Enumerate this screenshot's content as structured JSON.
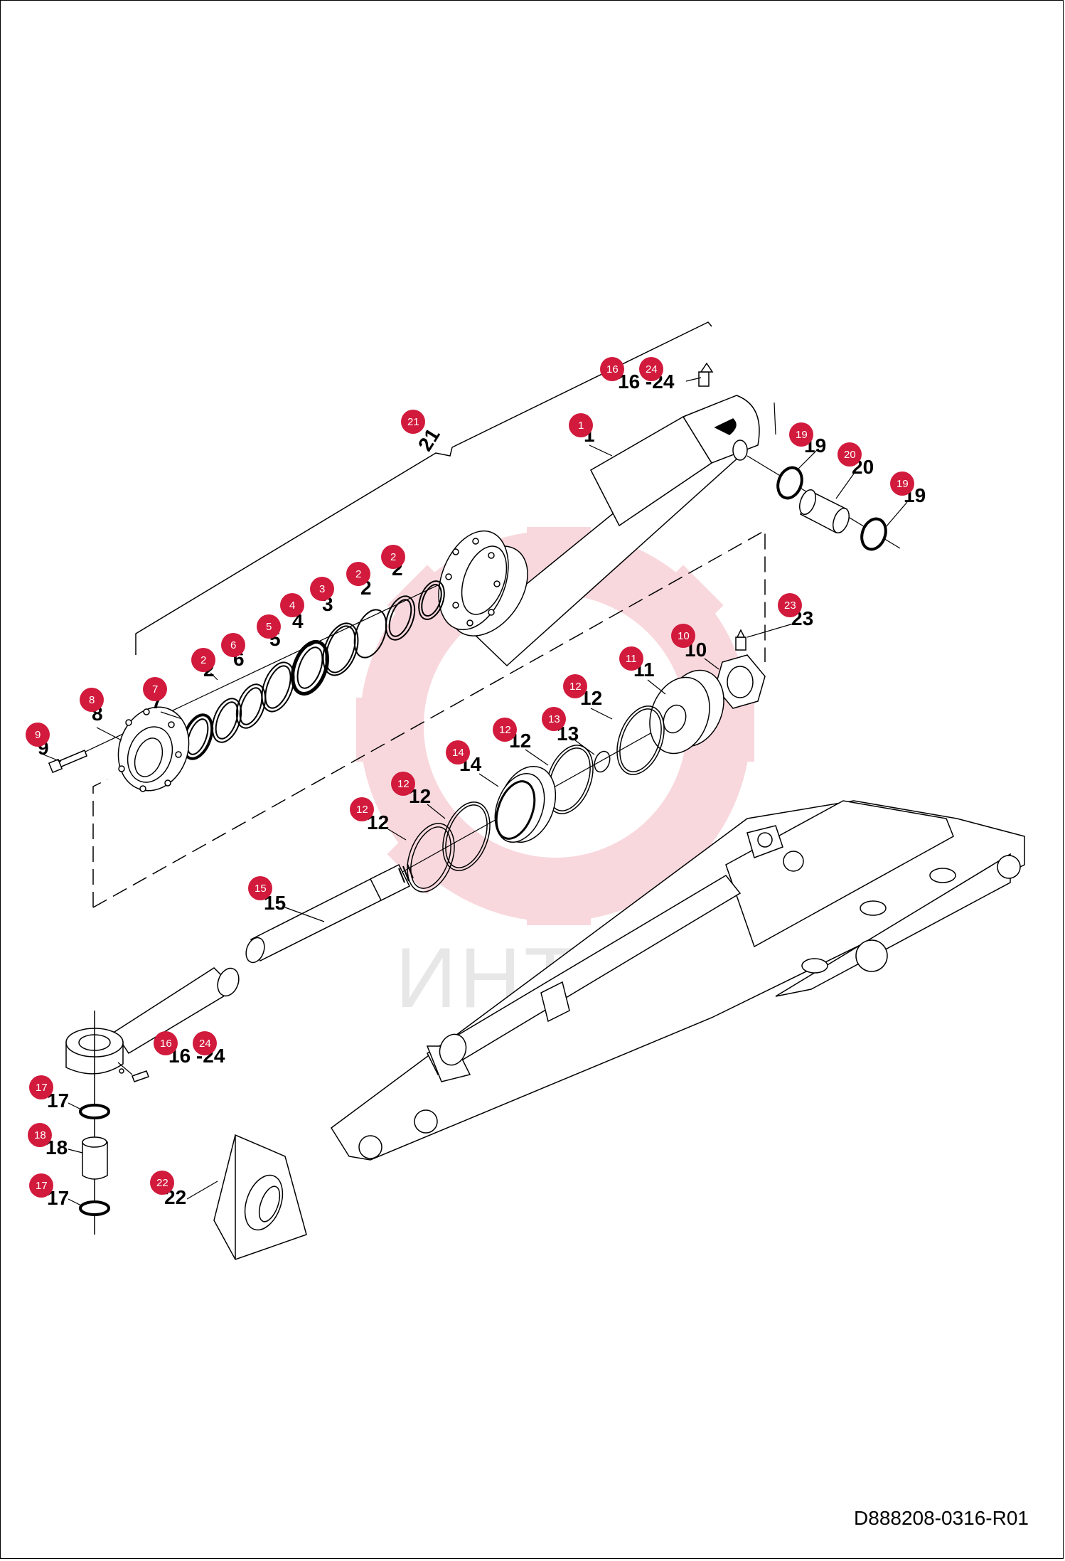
{
  "diagram": {
    "watermark_text": "ИНТЕХ",
    "doc_code": "D888208-0316-R01",
    "accent_color": "#d11a3c",
    "parts": [
      {
        "id": "p1",
        "label": "1"
      },
      {
        "id": "p2a",
        "label": "2"
      },
      {
        "id": "p2b",
        "label": "2"
      },
      {
        "id": "p2c",
        "label": "2"
      },
      {
        "id": "p3",
        "label": "3"
      },
      {
        "id": "p4",
        "label": "4"
      },
      {
        "id": "p5",
        "label": "5"
      },
      {
        "id": "p6",
        "label": "6"
      },
      {
        "id": "p7",
        "label": "7"
      },
      {
        "id": "p8",
        "label": "8"
      },
      {
        "id": "p9",
        "label": "9"
      },
      {
        "id": "p10",
        "label": "10"
      },
      {
        "id": "p11",
        "label": "11"
      },
      {
        "id": "p12a",
        "label": "12"
      },
      {
        "id": "p12b",
        "label": "12"
      },
      {
        "id": "p12c",
        "label": "12"
      },
      {
        "id": "p12d",
        "label": "12"
      },
      {
        "id": "p13",
        "label": "13"
      },
      {
        "id": "p14",
        "label": "14"
      },
      {
        "id": "p15",
        "label": "15"
      },
      {
        "id": "p1624a",
        "label": "16 -24"
      },
      {
        "id": "p1624b",
        "label": "16 -24"
      },
      {
        "id": "p17a",
        "label": "17"
      },
      {
        "id": "p17b",
        "label": "17"
      },
      {
        "id": "p18",
        "label": "18"
      },
      {
        "id": "p19a",
        "label": "19"
      },
      {
        "id": "p19b",
        "label": "19"
      },
      {
        "id": "p20",
        "label": "20"
      },
      {
        "id": "p21",
        "label": "21"
      },
      {
        "id": "p22",
        "label": "22"
      },
      {
        "id": "p23",
        "label": "23"
      }
    ],
    "callouts": [
      {
        "id": "c1",
        "label": "1"
      },
      {
        "id": "c2a",
        "label": "2"
      },
      {
        "id": "c2b",
        "label": "2"
      },
      {
        "id": "c2c",
        "label": "2"
      },
      {
        "id": "c3",
        "label": "3"
      },
      {
        "id": "c4",
        "label": "4"
      },
      {
        "id": "c5",
        "label": "5"
      },
      {
        "id": "c6",
        "label": "6"
      },
      {
        "id": "c7",
        "label": "7"
      },
      {
        "id": "c8",
        "label": "8"
      },
      {
        "id": "c9",
        "label": "9"
      },
      {
        "id": "c10",
        "label": "10"
      },
      {
        "id": "c11",
        "label": "11"
      },
      {
        "id": "c12a",
        "label": "12"
      },
      {
        "id": "c12b",
        "label": "12"
      },
      {
        "id": "c12c",
        "label": "12"
      },
      {
        "id": "c12d",
        "label": "12"
      },
      {
        "id": "c13",
        "label": "13"
      },
      {
        "id": "c14",
        "label": "14"
      },
      {
        "id": "c15",
        "label": "15"
      },
      {
        "id": "c16a",
        "label": "16"
      },
      {
        "id": "c24a",
        "label": "24"
      },
      {
        "id": "c16b",
        "label": "16"
      },
      {
        "id": "c24b",
        "label": "24"
      },
      {
        "id": "c17a",
        "label": "17"
      },
      {
        "id": "c17b",
        "label": "17"
      },
      {
        "id": "c18",
        "label": "18"
      },
      {
        "id": "c19a",
        "label": "19"
      },
      {
        "id": "c19b",
        "label": "19"
      },
      {
        "id": "c20",
        "label": "20"
      },
      {
        "id": "c21",
        "label": "21"
      },
      {
        "id": "c22",
        "label": "22"
      },
      {
        "id": "c23",
        "label": "23"
      }
    ]
  }
}
